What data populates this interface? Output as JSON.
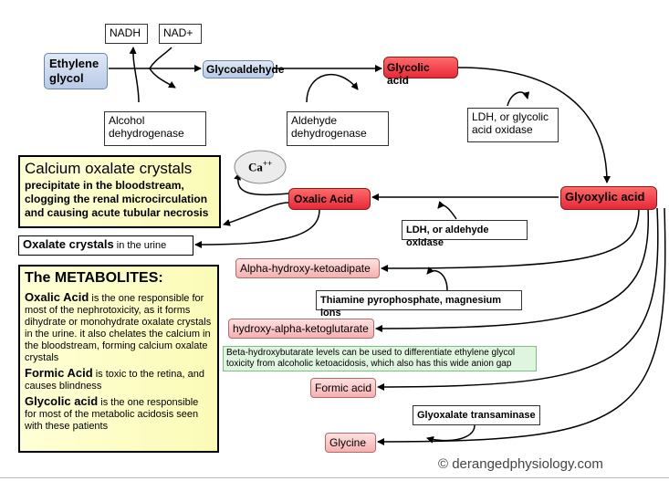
{
  "cofactors": {
    "nadh": "NADH",
    "nad_plus": "NAD+",
    "ca_ion": "Ca",
    "ca_charge": "++"
  },
  "compounds": {
    "ethylene_glycol": "Ethylene glycol",
    "glycoaldehyde": "Glycoaldehyde",
    "glycolic_acid": "Glycolic acid",
    "glyoxylic_acid": "Glyoxylic acid",
    "oxalic_acid": "Oxalic Acid",
    "alpha_hydroxy_ketoadipate": "Alpha-hydroxy-ketoadipate",
    "hydroxy_alpha_ketoglutarate": "hydroxy-alpha-ketoglutarate",
    "formic_acid": "Formic acid",
    "glycine": "Glycine"
  },
  "enzymes": {
    "alcohol_dehydrogenase": "Alcohol dehydrogenase",
    "aldehyde_dehydrogenase": "Aldehyde dehydrogenase",
    "ldh_glycolic": "LDH, or glycolic acid oxidase",
    "ldh_aldehyde": "LDH, or aldehyde oxidase",
    "thiamine": "Thiamine pyrophosphate, magnesium ions",
    "glyoxalate_transaminase": "Glyoxalate transaminase"
  },
  "calcium_box": {
    "title": "Calcium oxalate crystals",
    "body": "precipitate in the bloodstream, clogging the renal microcirculation and causing acute tubular necrosis"
  },
  "urine_box": {
    "bold": "Oxalate crystals",
    "rest": " in the urine"
  },
  "note": "Beta-hydroxybutarate levels can be used to differentiate ethylene glycol toxicity from alcoholic ketoacidosis, which also has this wide anion gap",
  "metabolites": {
    "title": "The METABOLITES:",
    "oxalic_name": "Oxalic Acid",
    "oxalic_text": " is the one responsible for most of the nephrotoxicity, as it forms dihydrate or monohydrate oxalate crystals in the urine. it also chelates the calcium in the bloodstream, forming calcium oxalate crystals",
    "formic_name": "Formic Acid",
    "formic_text": " is toxic to the retina, and causes blindness",
    "glycolic_name": "Glycolic acid",
    "glycolic_text": " is the one responsible for most of the metabolic acidosis seen with these patients"
  },
  "copyright": "© derangedphysiology.com"
}
